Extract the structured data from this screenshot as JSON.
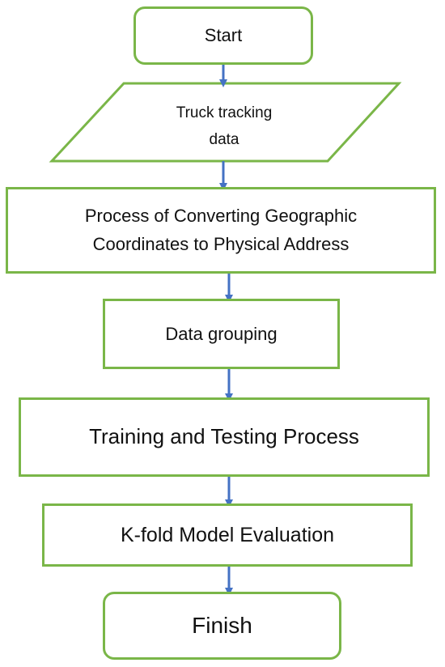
{
  "flowchart": {
    "start": "Start",
    "input_line1": "Truck tracking",
    "input_line2": "data",
    "geo_line1": "Process of Converting Geographic",
    "geo_line2": "Coordinates to Physical Address",
    "grouping": "Data grouping",
    "training": "Training and Testing Process",
    "kfold": "K-fold Model Evaluation",
    "finish": "Finish"
  },
  "colors": {
    "node_border": "#7ab648",
    "arrow": "#4472c4",
    "text": "#111111"
  }
}
